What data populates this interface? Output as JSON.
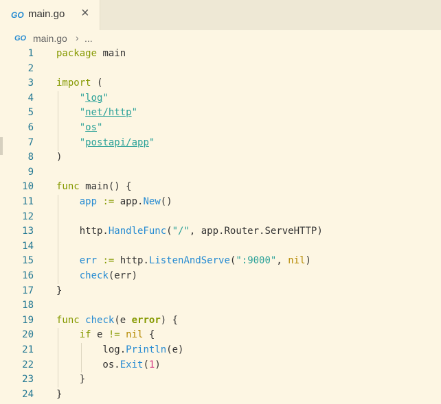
{
  "tab": {
    "icon": "GO",
    "name": "main.go",
    "close": "×"
  },
  "breadcrumb": {
    "icon": "GO",
    "file": "main.go",
    "chevron": "›",
    "more": "..."
  },
  "lines": [
    {
      "n": "1",
      "code": "package main"
    },
    {
      "n": "2",
      "code": ""
    },
    {
      "n": "3",
      "code": "import ("
    },
    {
      "n": "4",
      "code": "    \"log\""
    },
    {
      "n": "5",
      "code": "    \"net/http\""
    },
    {
      "n": "6",
      "code": "    \"os\""
    },
    {
      "n": "7",
      "code": "    \"postapi/app\""
    },
    {
      "n": "8",
      "code": ")"
    },
    {
      "n": "9",
      "code": ""
    },
    {
      "n": "10",
      "code": "func main() {"
    },
    {
      "n": "11",
      "code": "    app := app.New()"
    },
    {
      "n": "12",
      "code": ""
    },
    {
      "n": "13",
      "code": "    http.HandleFunc(\"/\", app.Router.ServeHTTP)"
    },
    {
      "n": "14",
      "code": ""
    },
    {
      "n": "15",
      "code": "    err := http.ListenAndServe(\":9000\", nil)"
    },
    {
      "n": "16",
      "code": "    check(err)"
    },
    {
      "n": "17",
      "code": "}"
    },
    {
      "n": "18",
      "code": ""
    },
    {
      "n": "19",
      "code": "func check(e error) {"
    },
    {
      "n": "20",
      "code": "    if e != nil {"
    },
    {
      "n": "21",
      "code": "        log.Println(e)"
    },
    {
      "n": "22",
      "code": "        os.Exit(1)"
    },
    {
      "n": "23",
      "code": "    }"
    },
    {
      "n": "24",
      "code": "}"
    }
  ]
}
